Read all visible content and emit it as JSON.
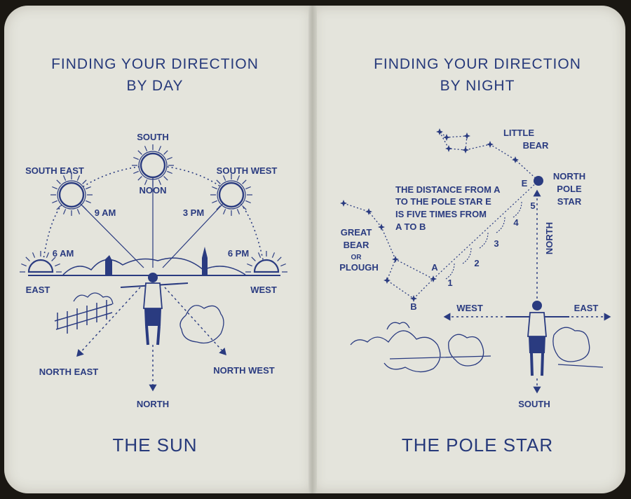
{
  "left_page": {
    "title_line1": "FINDING YOUR DIRECTION",
    "title_line2": "BY DAY",
    "labels": {
      "south": "SOUTH",
      "south_east": "SOUTH EAST",
      "south_west": "SOUTH WEST",
      "noon": "NOON",
      "nine_am": "9 AM",
      "three_pm": "3 PM",
      "six_am": "6 AM",
      "six_pm": "6 PM",
      "east": "EAST",
      "west": "WEST",
      "north_east": "NORTH EAST",
      "north_west": "NORTH WEST",
      "north": "NORTH"
    },
    "caption": "THE SUN"
  },
  "right_page": {
    "title_line1": "FINDING YOUR DIRECTION",
    "title_line2": "BY NIGHT",
    "labels": {
      "little": "LITTLE",
      "bear": "BEAR",
      "north": "NORTH",
      "pole": "POLE",
      "star": "STAR",
      "distance_1": "THE DISTANCE FROM A",
      "distance_2": "TO THE POLE STAR E",
      "distance_3": "IS FIVE TIMES FROM",
      "distance_4": "A TO B",
      "great": "GREAT",
      "bear2": "BEAR",
      "or": "OR",
      "plough": "PLOUGH",
      "pt_a": "A",
      "pt_b": "B",
      "pt_e": "E",
      "n1": "1",
      "n2": "2",
      "n3": "3",
      "n4": "4",
      "n5": "5",
      "north_vertical": "NORTH",
      "west": "WEST",
      "east": "EAST",
      "south": "SOUTH"
    },
    "caption": "THE POLE STAR"
  },
  "colors": {
    "ink": "#2a3b80",
    "paper": "#e4e4dc",
    "background": "#1a1712"
  }
}
